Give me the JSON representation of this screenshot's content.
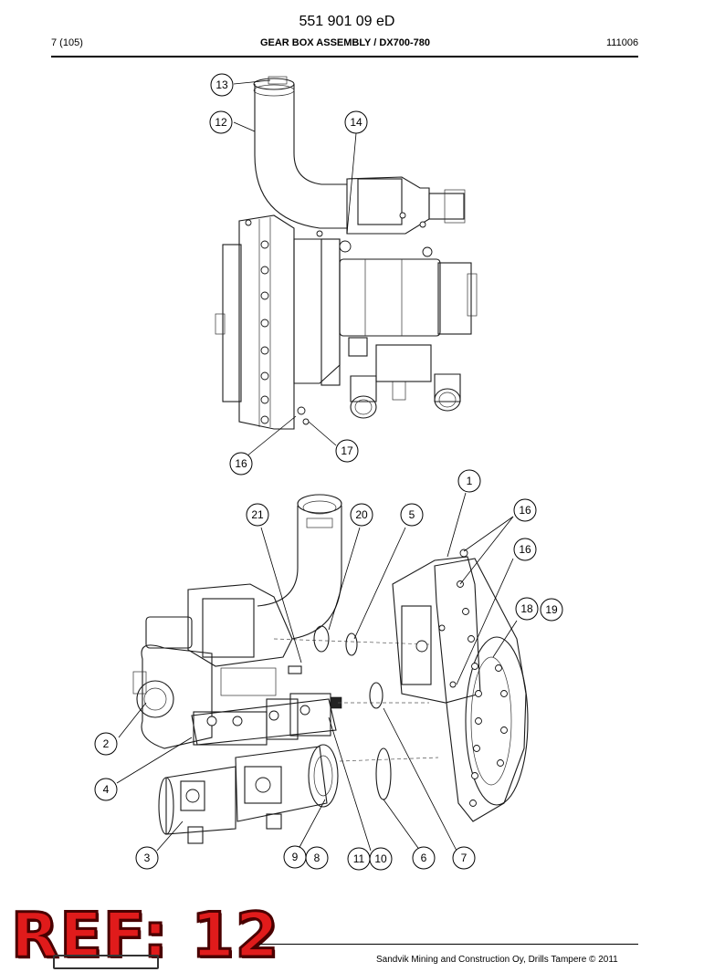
{
  "header": {
    "doc_number": "551 901 09 eD",
    "page": "7 (105)",
    "title": "GEAR BOX ASSEMBLY / DX700-780",
    "date": "111006"
  },
  "footer": {
    "text": "Sandvik Mining and Construction Oy, Drills Tampere © 2011"
  },
  "stamp": {
    "text": "REF: 12",
    "color": "#e01b1b"
  },
  "callouts": {
    "c13": "13",
    "c12": "12",
    "c14": "14",
    "c16a": "16",
    "c17": "17",
    "c1": "1",
    "c21": "21",
    "c20": "20",
    "c5": "5",
    "c16b": "16",
    "c16c": "16",
    "c18": "18",
    "c19": "19",
    "c2": "2",
    "c4": "4",
    "c3": "3",
    "c9": "9",
    "c8": "8",
    "c11": "11",
    "c10": "10",
    "c6": "6",
    "c7": "7"
  }
}
